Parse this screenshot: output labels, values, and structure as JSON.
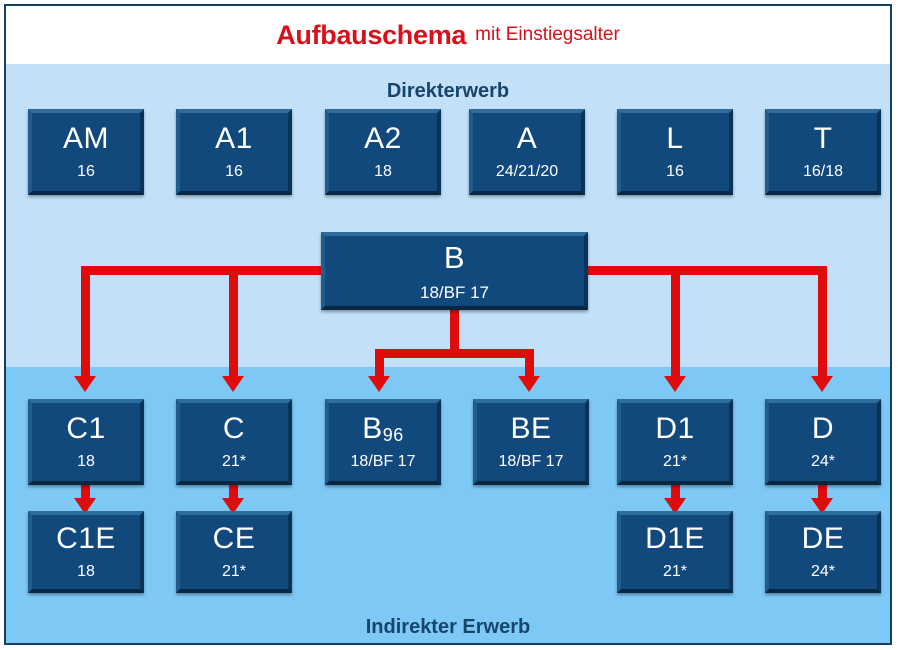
{
  "header": {
    "title_main": "Aufbauschema",
    "title_sub": "mit Einstiegsalter",
    "title_color": "#d9101a"
  },
  "sections": {
    "direct_label": "Direkterwerb",
    "indirect_label": "Indirekter Erwerb",
    "label_color": "#17456b",
    "direct_bg": "#c2e1f8",
    "indirect_bg": "#7ec8f6"
  },
  "style": {
    "box_fill": "#12497c",
    "connector_color": "#e00c0c",
    "frame_border": "#14405f"
  },
  "chart_data": {
    "type": "diagram",
    "title": "Aufbauschema mit Einstiegsalter",
    "nodes": [
      {
        "id": "AM",
        "code": "AM",
        "age": "16",
        "row": "direct"
      },
      {
        "id": "A1",
        "code": "A1",
        "age": "16",
        "row": "direct"
      },
      {
        "id": "A2",
        "code": "A2",
        "age": "18",
        "row": "direct"
      },
      {
        "id": "A",
        "code": "A",
        "age": "24/21/20",
        "row": "direct"
      },
      {
        "id": "L",
        "code": "L",
        "age": "16",
        "row": "direct"
      },
      {
        "id": "T",
        "code": "T",
        "age": "16/18",
        "row": "direct"
      },
      {
        "id": "B",
        "code": "B",
        "age": "18/BF 17",
        "row": "parent"
      },
      {
        "id": "C1",
        "code": "C1",
        "age": "18",
        "row": "indirect-1"
      },
      {
        "id": "C",
        "code": "C",
        "age": "21*",
        "row": "indirect-1"
      },
      {
        "id": "B96",
        "code": "B",
        "sub": "96",
        "age": "18/BF 17",
        "row": "indirect-1"
      },
      {
        "id": "BE",
        "code": "BE",
        "age": "18/BF 17",
        "row": "indirect-1"
      },
      {
        "id": "D1",
        "code": "D1",
        "age": "21*",
        "row": "indirect-1"
      },
      {
        "id": "D",
        "code": "D",
        "age": "24*",
        "row": "indirect-1"
      },
      {
        "id": "C1E",
        "code": "C1E",
        "age": "18",
        "row": "indirect-2"
      },
      {
        "id": "CE",
        "code": "CE",
        "age": "21*",
        "row": "indirect-2"
      },
      {
        "id": "D1E",
        "code": "D1E",
        "age": "21*",
        "row": "indirect-2"
      },
      {
        "id": "DE",
        "code": "DE",
        "age": "24*",
        "row": "indirect-2"
      }
    ],
    "edges": [
      {
        "from": "B",
        "to": "C1"
      },
      {
        "from": "B",
        "to": "C"
      },
      {
        "from": "B",
        "to": "B96"
      },
      {
        "from": "B",
        "to": "BE"
      },
      {
        "from": "B",
        "to": "D1"
      },
      {
        "from": "B",
        "to": "D"
      },
      {
        "from": "C1",
        "to": "C1E"
      },
      {
        "from": "C",
        "to": "CE"
      },
      {
        "from": "D1",
        "to": "D1E"
      },
      {
        "from": "D",
        "to": "DE"
      }
    ]
  }
}
